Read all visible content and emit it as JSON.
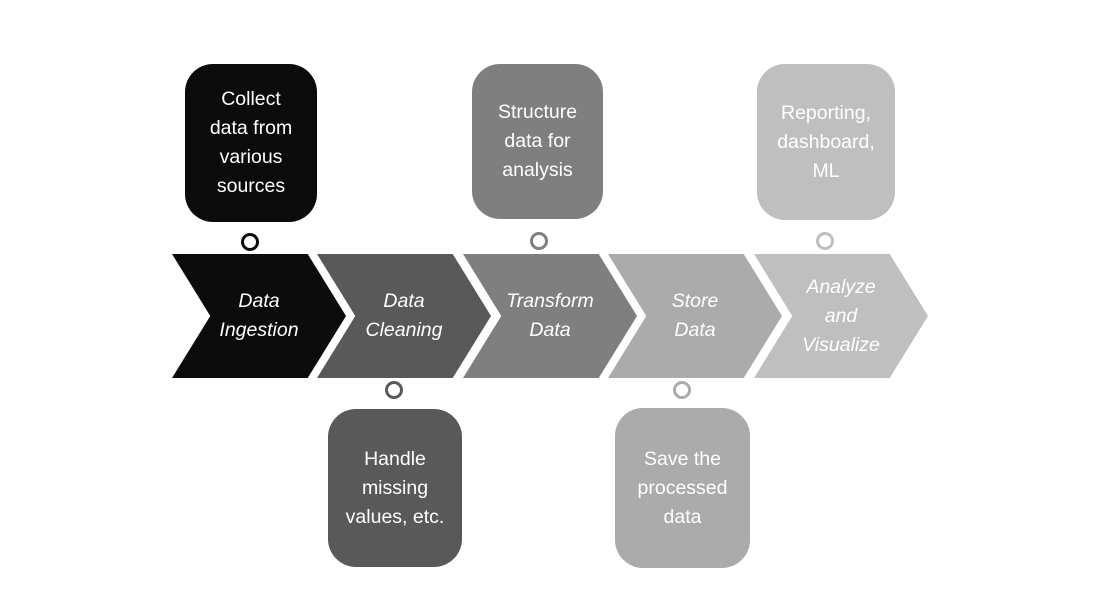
{
  "diagram": {
    "background": "#ffffff",
    "text_color": "#ffffff",
    "steps": [
      {
        "label": "Data\nIngestion",
        "color": "#0b0b0b"
      },
      {
        "label": "Data\nCleaning",
        "color": "#595959"
      },
      {
        "label": "Transform\nData",
        "color": "#7f7f7f"
      },
      {
        "label": "Store\nData",
        "color": "#ababab"
      },
      {
        "label": "Analyze\nand\nVisualize",
        "color": "#bfbfbf"
      }
    ],
    "callouts": [
      {
        "text": "Collect\ndata from\nvarious\nsources",
        "color": "#0b0b0b",
        "position": "above",
        "step": "Data Ingestion"
      },
      {
        "text": "Handle\nmissing\nvalues, etc.",
        "color": "#595959",
        "position": "below",
        "step": "Data Cleaning"
      },
      {
        "text": "Structure\ndata for\nanalysis",
        "color": "#7f7f7f",
        "position": "above",
        "step": "Transform Data"
      },
      {
        "text": "Save the\nprocessed\ndata",
        "color": "#ababab",
        "position": "below",
        "step": "Store Data"
      },
      {
        "text": "Reporting,\ndashboard,\nML",
        "color": "#bfbfbf",
        "position": "above",
        "step": "Analyze and Visualize"
      }
    ],
    "connectors": [
      {
        "color": "#0b0b0b"
      },
      {
        "color": "#595959"
      },
      {
        "color": "#7f7f7f"
      },
      {
        "color": "#ababab"
      },
      {
        "color": "#bfbfbf"
      }
    ]
  }
}
